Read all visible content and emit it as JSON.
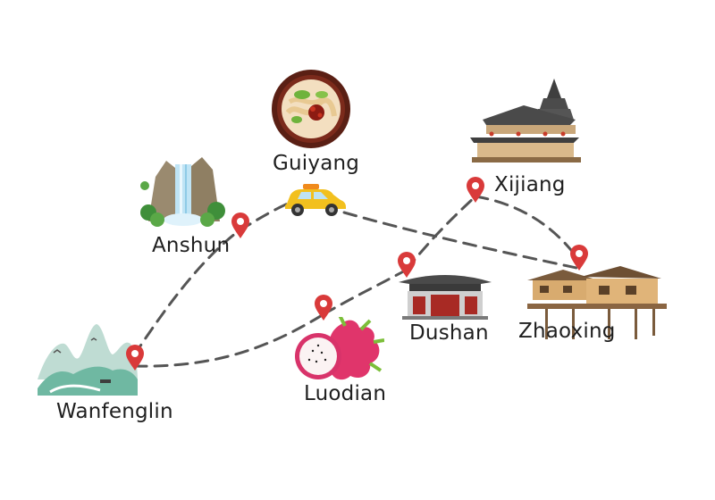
{
  "map": {
    "places": [
      {
        "id": "guiyang",
        "name": "Guiyang",
        "illustration": "noodle-bowl-icon"
      },
      {
        "id": "anshun",
        "name": "Anshun",
        "illustration": "waterfall-icon"
      },
      {
        "id": "wanfenglin",
        "name": "Wanfenglin",
        "illustration": "karst-mountains-icon"
      },
      {
        "id": "luodian",
        "name": "Luodian",
        "illustration": "dragon-fruit-icon"
      },
      {
        "id": "dushan",
        "name": "Dushan",
        "illustration": "pavilion-gate-icon"
      },
      {
        "id": "xijiang",
        "name": "Xijiang",
        "illustration": "drum-tower-icon"
      },
      {
        "id": "zhaoxing",
        "name": "Zhaoxing",
        "illustration": "stilt-houses-icon"
      }
    ],
    "vehicle": "taxi-car-icon",
    "route_style": "dashed",
    "colors": {
      "route": "#555555",
      "pin": "#d93a3a",
      "text": "#1f1f1f",
      "car": "#f2c01e"
    }
  }
}
